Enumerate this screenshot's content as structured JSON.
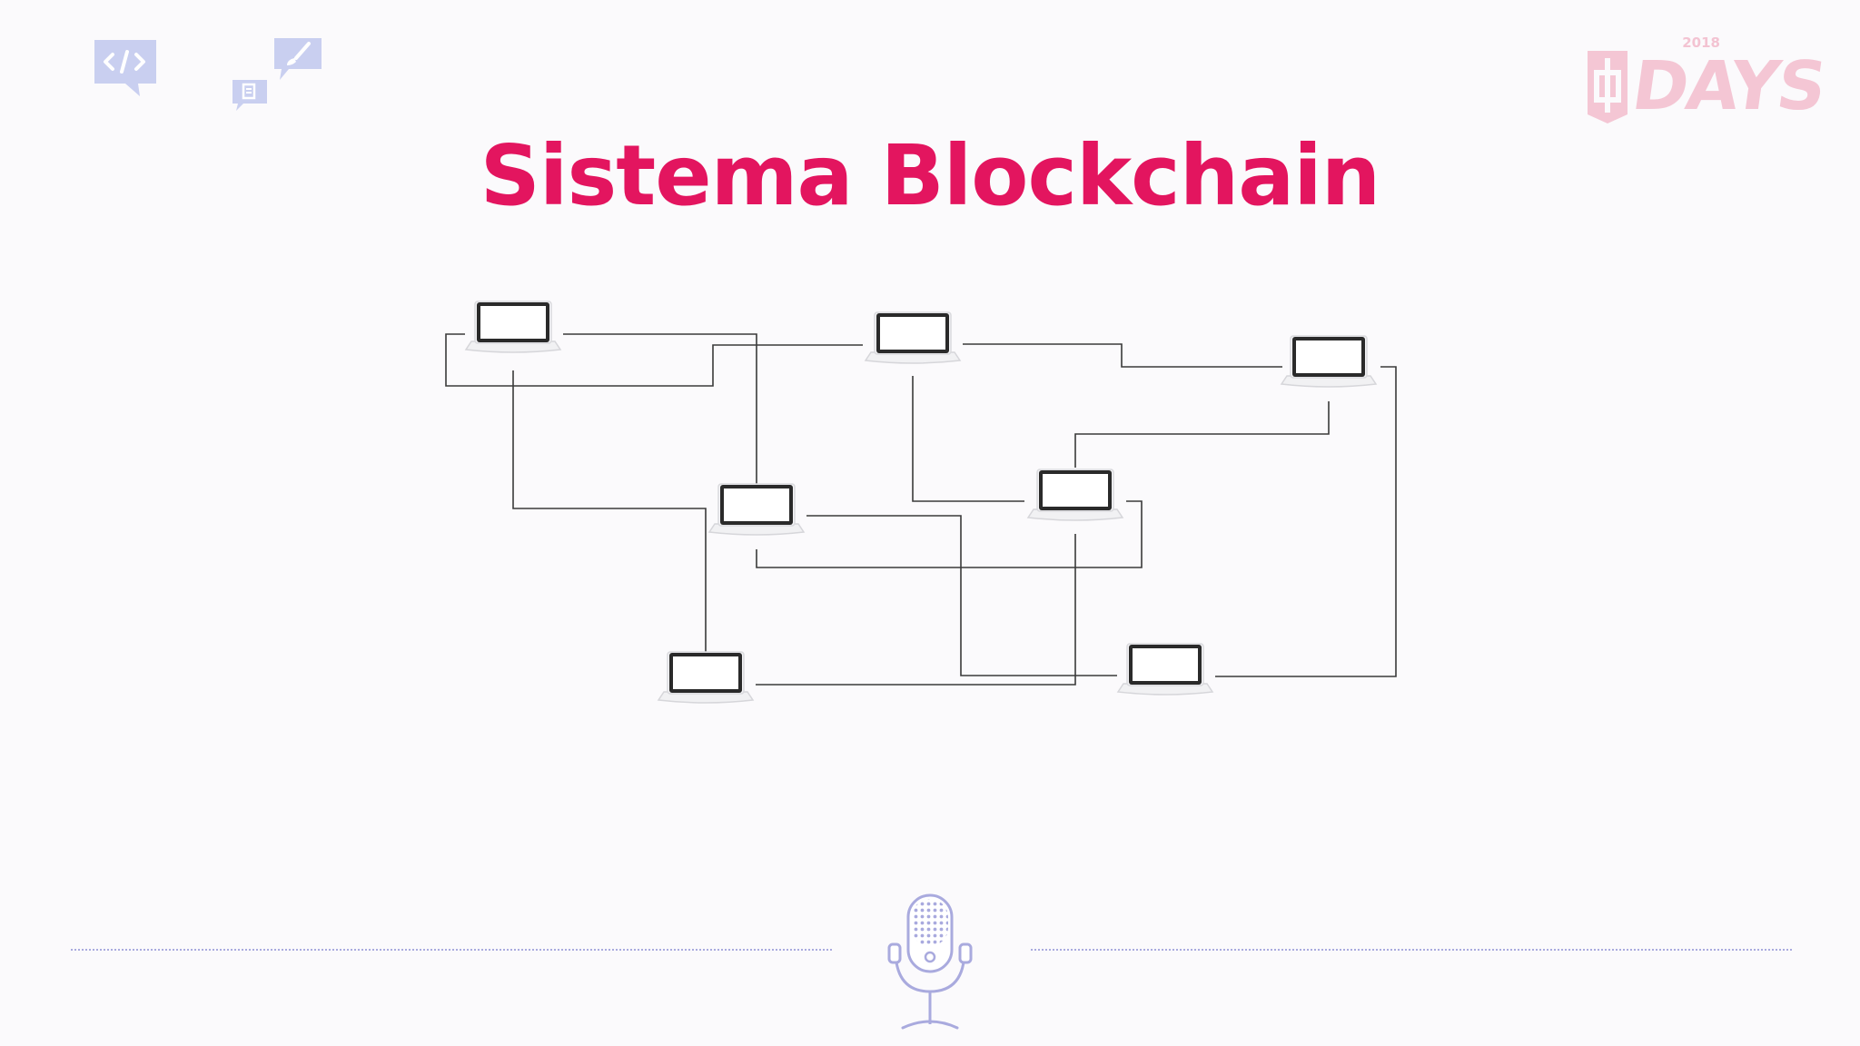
{
  "slide": {
    "title": "Sistema Blockchain"
  },
  "logo": {
    "year": "2018",
    "text": "DAYS"
  },
  "diagram": {
    "node_count": 7,
    "node_icon": "laptop-icon",
    "link_color": "#3a3a3a"
  },
  "colors": {
    "title": "#e3155f",
    "decor_blue": "#c9cff0",
    "logo_pink": "#f4c6d4",
    "mic": "#a9aade"
  }
}
